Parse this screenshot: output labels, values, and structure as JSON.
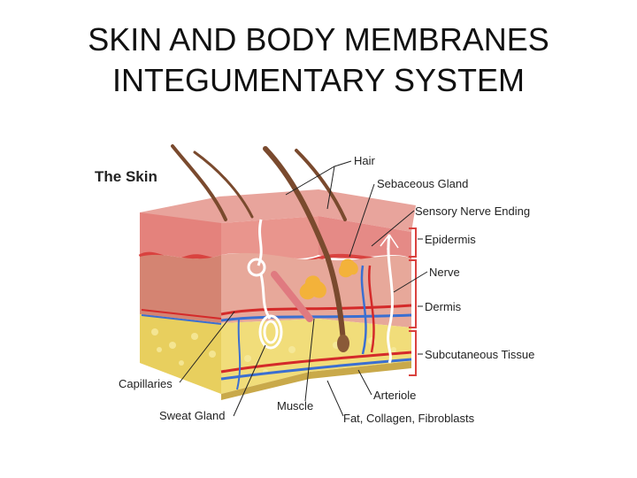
{
  "title": {
    "line1": "SKIN AND BODY MEMBRANES",
    "line2": "INTEGUMENTARY SYSTEM"
  },
  "diagram": {
    "heading": "The Skin",
    "labels": {
      "hair": "Hair",
      "sebaceous_gland": "Sebaceous Gland",
      "sensory_nerve_ending": "Sensory Nerve Ending",
      "epidermis": "Epidermis",
      "nerve": "Nerve",
      "dermis": "Dermis",
      "subcutaneous_tissue": "Subcutaneous Tissue",
      "capillaries": "Capillaries",
      "sweat_gland": "Sweat Gland",
      "muscle": "Muscle",
      "arteriole": "Arteriole",
      "fat_collagen_fibroblasts": "Fat, Collagen, Fibroblasts"
    },
    "colors": {
      "epidermis_top": "#e58a86",
      "epidermis_red": "#d9423f",
      "dermis": "#d98a7c",
      "subcutaneous": "#e9d46a",
      "artery": "#d42a2a",
      "vein": "#3b6fd1",
      "hair": "#7a4a2e",
      "gland": "#f3b23a"
    }
  }
}
